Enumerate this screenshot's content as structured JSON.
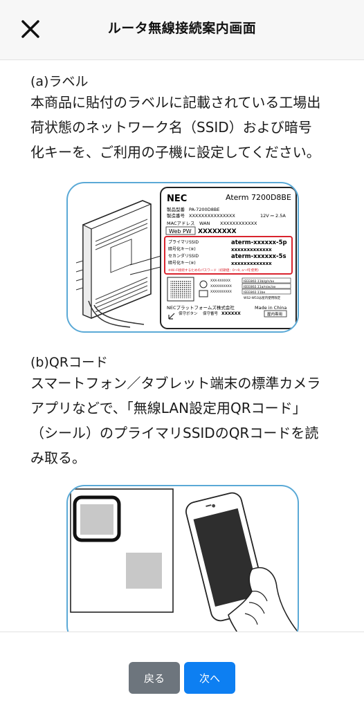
{
  "header": {
    "title": "ルータ無線接続案内画面",
    "close_icon": "close-icon"
  },
  "section_a": {
    "heading": "(a)ラベル",
    "lines": [
      "本商品に貼付のラベルに記載されている工場出",
      "荷状態のネットワーク名（SSID）および暗号",
      "化キーを、ご利用の子機に設定してください。"
    ]
  },
  "label_image": {
    "brand": "NEC",
    "model": "Aterm 7200D8BE",
    "product_type_label": "製品型番",
    "product_type": "PA-7200D8BE",
    "serial_label": "製造番号",
    "serial": "XXXXXXXXXXXXXXX",
    "power": "12V ⎓ 2.5A",
    "mac_label": "MACアドレス",
    "mac_wan": "WAN",
    "mac_value": "XXXXXXXXXXXX",
    "web_pw_label": "Web PW",
    "web_pw": "XXXXXXXX",
    "primary_ssid_label": "プライマリSSID",
    "primary_ssid": "aterm-xxxxxx-5p",
    "key1_label": "暗号化キー(※)",
    "key1": "xxxxxxxxxxxxx",
    "secondary_ssid_label": "セカンダリSSID",
    "secondary_ssid": "aterm-xxxxxx-5s",
    "key2_label": "暗号化キー(※)",
    "key2": "xxxxxxxxxxxxx",
    "note": "※Wi-Fi接続するためのパスワード（初期値：0〜9, a〜fを使用）",
    "manufacturer": "NECプラットフォームズ株式会社",
    "made_in": "Made in China",
    "hold_button": "保守ボタン",
    "maint_no_label": "保守番号",
    "maint_no": "XXXXXX",
    "indoor": "屋内専用",
    "std1": "IEEE802.11b/g/n/ax",
    "std2": "IEEE802.11a/n/ac/ax",
    "std3": "IEEE802.11be",
    "ws": "WS2-W53は屋内使用限定",
    "colors": {
      "highlight": "#d9232e",
      "frame": "#5aa9d6"
    }
  },
  "section_b": {
    "heading": "(b)QRコード",
    "lines": [
      "スマートフォン／タブレット端末の標準カメラ",
      "アプリなどで、「無線LAN設定用QRコード」",
      "（シール）のプライマリSSIDのQRコードを読",
      "み取る。"
    ]
  },
  "footer": {
    "back_label": "戻る",
    "next_label": "次へ"
  },
  "colors": {
    "back_button": "#6d757d",
    "next_button": "#0d7ff2"
  }
}
